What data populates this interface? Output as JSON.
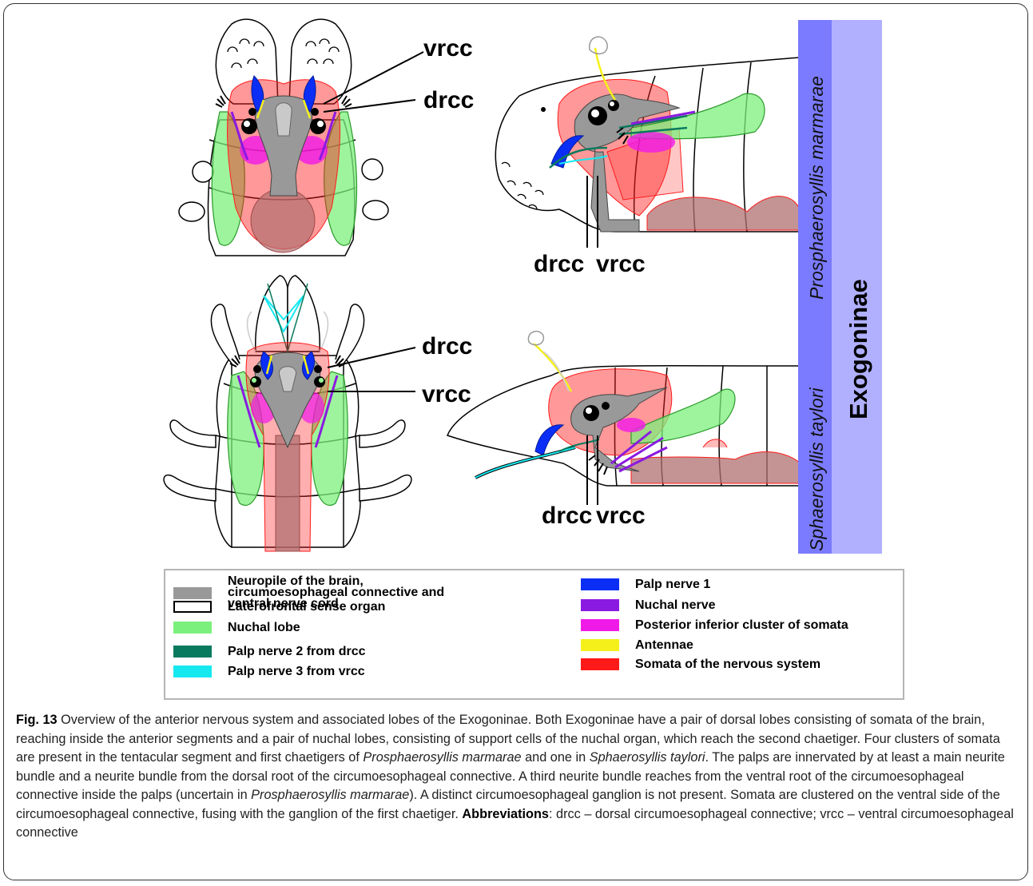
{
  "panel_labels": {
    "top_left_vrcc": "vrcc",
    "top_left_drcc": "drcc",
    "top_right_drcc": "drcc",
    "top_right_vrcc": "vrcc",
    "bottom_left_drcc": "drcc",
    "bottom_left_vrcc": "vrcc",
    "bottom_right_drcc": "drcc",
    "bottom_right_vrcc": "vrcc"
  },
  "side_bars": {
    "species_top": "Prosphaerosyllis marmarae",
    "species_bottom": "Sphaerosyllis taylori",
    "subfamily": "Exogoninae",
    "species_bar_color": "#7b7bff",
    "subfamily_bar_color": "#b0b0ff"
  },
  "colors": {
    "neuropile": "#999999",
    "nuchal_lobe": "#7cf07c",
    "palp_nerve_2": "#0a7a5e",
    "palp_nerve_3": "#16e8f0",
    "palp_nerve_1": "#0a2ef5",
    "nuchal_nerve": "#8a1ae0",
    "posterior_cluster": "#f01ae8",
    "antennae": "#f5f01a",
    "somata": "#ff1a1a"
  },
  "legend": {
    "left": [
      {
        "label": "Neuropile of the brain, circumoesophageal connective and ventral nerve cord",
        "color": "#999999"
      },
      {
        "label": "Laterofrontal sense organ",
        "color": "#ffffff",
        "outline": true
      },
      {
        "label": "Nuchal lobe",
        "color": "#7cf07c"
      },
      {
        "label": "Palp nerve 2 from drcc",
        "color": "#0a7a5e"
      },
      {
        "label": "Palp nerve 3 from vrcc",
        "color": "#16e8f0"
      }
    ],
    "right": [
      {
        "label": "Palp nerve 1",
        "color": "#0a2ef5"
      },
      {
        "label": "Nuchal nerve",
        "color": "#8a1ae0"
      },
      {
        "label": "Posterior inferior cluster of somata",
        "color": "#f01ae8"
      },
      {
        "label": "Antennae",
        "color": "#f5f01a"
      },
      {
        "label": "Somata of the nervous system",
        "color": "#ff1a1a"
      }
    ]
  },
  "caption": {
    "fig_label": "Fig. 13",
    "p1": " Overview of the anterior nervous system and associated lobes of the Exogoninae. Both Exogoninae have a pair of dorsal lobes consisting of somata of the brain, reaching inside the anterior segments and a pair of nuchal lobes, consisting of support cells of the nuchal organ, which reach the second chaetiger. Four clusters of somata are present in the tentacular segment and first chaetigers of ",
    "i1": "Prosphaerosyllis marmarae",
    "p2": " and one in ",
    "i2": "Sphaerosyllis taylori",
    "p3": ". The palps are innervated by at least a main neurite bundle and a neurite bundle from the dorsal root of the circumoesophageal connective. A third neurite bundle reaches from the ventral root of the circumoesophageal connective inside the palps (uncertain in ",
    "i3": "Prosphaerosyllis marmarae",
    "p4": "). A distinct circumoesophageal ganglion is not present. Somata are clustered on the ventral side of the circumoesophageal connective, fusing with the ganglion of the first chaetiger. ",
    "abbr_label": "Abbreviations",
    "p5": ": drcc – dorsal circumoesophageal connective; vrcc – ventral circumoesophageal connective"
  }
}
